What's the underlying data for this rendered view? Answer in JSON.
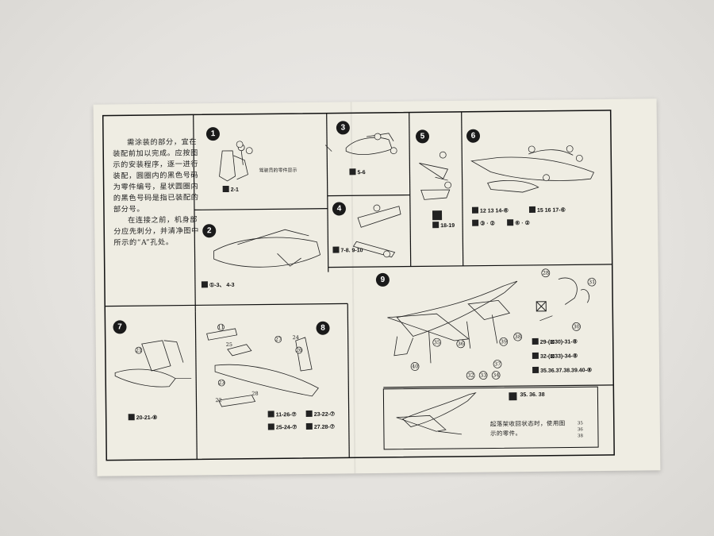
{
  "intro": {
    "paragraph_1": "需涂装的部分，宜在装配前加以完成。应按图示的安装程序，逐一进行装配，圆圈内的黑色号码为零件编号，星状圆圈内的黑色号码是指已装配的部分号。",
    "paragraph_2": "在连接之前，机身部分应先刺分，并清净图中所示的“A”孔处。"
  },
  "steps": [
    {
      "number": "1",
      "code": "2-1",
      "note": "驾驶员的零件显示"
    },
    {
      "number": "2",
      "code": "①-3、 4-3"
    },
    {
      "number": "3",
      "code": "5-6"
    },
    {
      "number": "4",
      "code": "7-8. 9-10"
    },
    {
      "number": "5",
      "code": "18-19"
    },
    {
      "number": "6",
      "codes": [
        "12 13 14-⑥",
        "15 16 17-⑥",
        "③ · ②",
        "⑥ · ②"
      ]
    },
    {
      "number": "7",
      "code": "20-21-⑧"
    },
    {
      "number": "8",
      "codes": [
        "11-26-⑦",
        "23-22-⑦",
        "25-24-⑦",
        "27.28-⑦"
      ]
    },
    {
      "number": "9",
      "codes": [
        "29-(⊠30)-31-⑧",
        "32-(⊠33)-34-⑧",
        "35.36.37.38.39.40-⑧"
      ]
    }
  ],
  "gear_panel": {
    "code": "35. 36. 38",
    "note": "起落架收回状态时，使用图示的零件。",
    "side_numbers": "35 36 38"
  },
  "part_labels": {
    "step9": [
      "28",
      "31",
      "30",
      "38",
      "40",
      "35",
      "36",
      "32",
      "33",
      "34",
      "37",
      "39"
    ],
    "step7": [
      "21"
    ],
    "step8": [
      "11",
      "26",
      "27",
      "24",
      "23",
      "22",
      "25",
      "28"
    ]
  }
}
